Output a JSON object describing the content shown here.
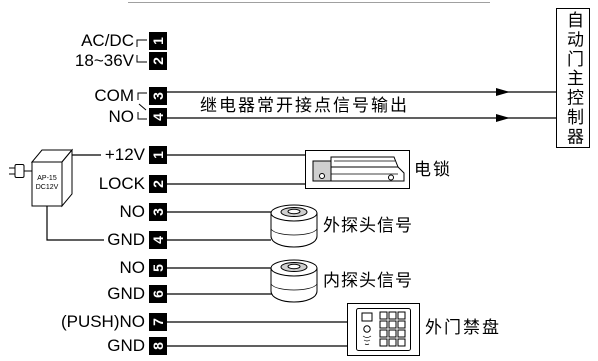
{
  "power_relay_block": {
    "terminals": [
      {
        "number": "1",
        "label": "AC/DC"
      },
      {
        "number": "2",
        "label": "18~36V"
      },
      {
        "number": "3",
        "label": "COM"
      },
      {
        "number": "4",
        "label": "NO"
      }
    ],
    "relay_output_label": "继电器常开接点信号输出"
  },
  "controller": {
    "label": "自动门主控制器"
  },
  "accessory_block": {
    "terminals": [
      {
        "number": "1",
        "label": "+12V"
      },
      {
        "number": "2",
        "label": "LOCK"
      },
      {
        "number": "3",
        "label": "NO"
      },
      {
        "number": "4",
        "label": "GND"
      },
      {
        "number": "5",
        "label": "NO"
      },
      {
        "number": "6",
        "label": "GND"
      },
      {
        "number": "7",
        "label": "(PUSH)NO"
      },
      {
        "number": "8",
        "label": "GND"
      }
    ]
  },
  "power_adapter": {
    "model": "AP-15",
    "output": "DC12V"
  },
  "devices": {
    "electric_lock": "电锁",
    "outer_sensor": "外探头信号",
    "inner_sensor": "内探头信号",
    "access_keypad": "外门禁盘"
  },
  "icons": [
    "plug-icon",
    "power-adapter-icon",
    "relay-contact-icon",
    "arrow-right-icon",
    "electric-lock-icon",
    "motion-sensor-icon",
    "keypad-icon"
  ],
  "colors": {
    "wire": "#000000",
    "terminal": "#000000",
    "terminal_text": "#ffffff",
    "top_rule": "#a0a0a0"
  }
}
